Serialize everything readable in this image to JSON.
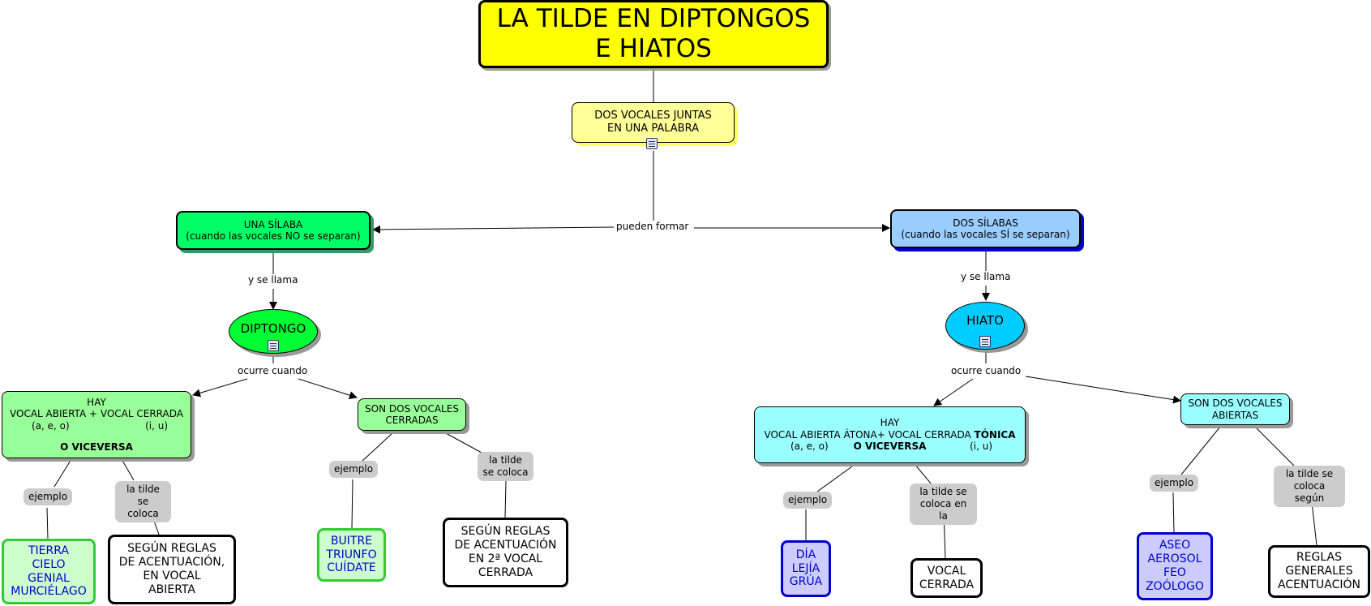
{
  "title": {
    "line1": "LA TILDE EN DIPTONGOS",
    "line2": "E HIATOS"
  },
  "root": {
    "line1": "DOS VOCALES JUNTAS",
    "line2": "EN UNA PALABRA"
  },
  "link_pueden_formar": "pueden formar",
  "left": {
    "syllable": {
      "line1": "UNA SÍLABA",
      "line2": "(cuando las vocales NO se separan)"
    },
    "link_se_llama": "y se llama",
    "concept": "DIPTONGO",
    "link_ocurre": "ocurre cuando",
    "case1": {
      "l1": "HAY",
      "l2": "VOCAL ABIERTA + VOCAL CERRADA",
      "l3a": "(a, e, o)",
      "l3b": "(i, u)",
      "l4": "O VICEVERSA"
    },
    "case1_example_link": "ejemplo",
    "case1_example": [
      "TIERRA",
      "CIELO",
      "GENIAL",
      "MURCIÉLAGO"
    ],
    "case1_tilde_link": [
      "la tilde se",
      "coloca"
    ],
    "case1_rule": [
      "SEGÚN REGLAS",
      "DE ACENTUACIÓN,",
      "EN VOCAL",
      "ABIERTA"
    ],
    "case2": {
      "l1": "SON DOS VOCALES",
      "l2": "CERRADAS"
    },
    "case2_example_link": "ejemplo",
    "case2_example": [
      "BUITRE",
      "TRIUNFO",
      "CUÍDATE"
    ],
    "case2_tilde_link": [
      "la tilde",
      "se coloca"
    ],
    "case2_rule": [
      "SEGÚN REGLAS",
      "DE ACENTUACIÓN",
      "EN 2ª VOCAL",
      "CERRADA"
    ]
  },
  "right": {
    "syllable": {
      "line1": "DOS SÍLABAS",
      "line2": "(cuando las vocales SÍ se separan)"
    },
    "link_se_llama": "y se llama",
    "concept": "HIATO",
    "link_ocurre": "ocurre cuando",
    "case1": {
      "l1": "HAY",
      "l2a": "VOCAL ABIERTA ÁTONA+ VOCAL CERRADA ",
      "l2b": "TÓNICA",
      "l3a": "(a, e, o)",
      "l3b": "(i, u)",
      "l4": "O VICEVERSA"
    },
    "case1_example_link": "ejemplo",
    "case1_example": [
      "DÍA",
      "LEJÍA",
      "GRÚA"
    ],
    "case1_tilde_link": [
      "la tilde se",
      "coloca en la"
    ],
    "case1_rule": [
      "VOCAL",
      "CERRADA"
    ],
    "case2": {
      "l1": "SON DOS VOCALES",
      "l2": "ABIERTAS"
    },
    "case2_example_link": "ejemplo",
    "case2_example": [
      "ASEO",
      "AEROSOL",
      "FEO",
      "ZOÓLOGO"
    ],
    "case2_tilde_link": [
      "la tilde se",
      "coloca según"
    ],
    "case2_rule": [
      "REGLAS",
      "GENERALES",
      "ACENTUACIÓN"
    ]
  },
  "icons": {
    "resource": "document-resource-icon"
  }
}
